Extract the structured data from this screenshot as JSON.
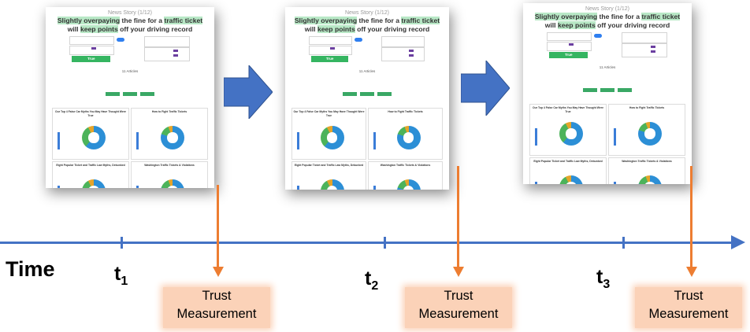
{
  "diagram": {
    "time_label": "Time",
    "time_points": [
      {
        "base": "t",
        "sub": "1"
      },
      {
        "base": "t",
        "sub": "2"
      },
      {
        "base": "t",
        "sub": "3"
      }
    ],
    "measurement": {
      "line1": "Trust",
      "line2": "Measurement"
    },
    "colors": {
      "timeline": "#4472c4",
      "arrow": "#ed7d31",
      "measurement_box": "#fbd2b8",
      "chevron": "#4472c4"
    }
  },
  "screenshot": {
    "story_label": "News Story (1/12)",
    "headline_parts": [
      {
        "text": "Slightly overpaying",
        "hl": true
      },
      {
        "text": " the fine for a ",
        "hl": false
      },
      {
        "text": "traffic ticket",
        "hl": true
      },
      {
        "text": " will ",
        "hl": false
      },
      {
        "text": "keep points",
        "hl": true
      },
      {
        "text": " off your driving record",
        "hl": false
      }
    ],
    "true_button": "True",
    "articles_title": "11 Articles",
    "article_titles": [
      "Our Top 4 False Car Myths You May Have Thought Were True",
      "How to Fight Traffic Tickets",
      "Eight Popular Ticket and Traffic Law Myths, Debunked",
      "Washington Traffic Tickets & Violations"
    ]
  }
}
